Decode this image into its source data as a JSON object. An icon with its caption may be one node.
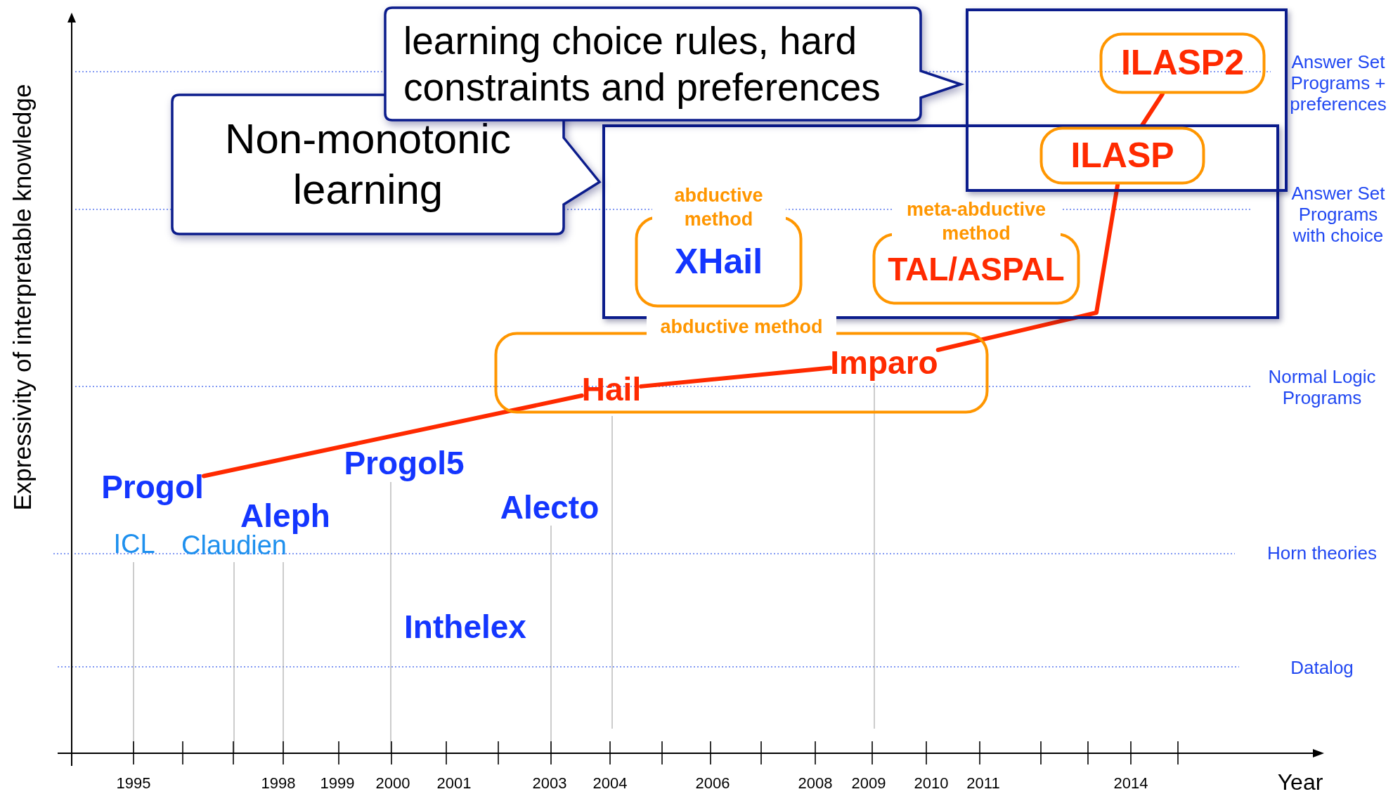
{
  "diagram": {
    "nodes": [
      {
        "text": [],
        "shape": "box"
      },
      {
        "text": [],
        "shape": "box"
      },
      {
        "text": [
          "Non-monotonic learning"
        ]
      },
      {
        "text": [
          "learning choice rules, hard constraints and preferences"
        ]
      },
      {
        "text": [
          "ILASP2"
        ],
        "in": 1
      },
      {
        "text": [
          "ILASP"
        ]
      },
      {
        "text": [
          "abductive method",
          "XHail"
        ],
        "in": 0
      },
      {
        "text": [
          "meta-abductive method",
          "TAL/ASPAL"
        ],
        "in": 0
      },
      {
        "text": [
          "abductive method"
        ]
      },
      {
        "text": [
          "Hail"
        ],
        "in": 8
      },
      {
        "text": [
          "Imparo"
        ],
        "in": 8
      },
      {
        "text": [
          "Progol"
        ]
      },
      {
        "text": [
          "Progol5"
        ]
      },
      {
        "text": [
          "Aleph"
        ]
      },
      {
        "text": [
          "ICL"
        ]
      },
      {
        "text": [
          "Claudien"
        ]
      },
      {
        "text": [
          "Alecto"
        ]
      },
      {
        "text": [
          "Inthelex"
        ]
      }
    ],
    "edges": [
      {
        "from": 11,
        "to": 9,
        "arrow": "none"
      },
      {
        "from": 9,
        "to": 10,
        "arrow": "none"
      },
      {
        "from": 10,
        "to": 5,
        "arrow": "none"
      },
      {
        "from": 5,
        "to": 4,
        "arrow": "none"
      }
    ],
    "labels": [
      "Expressivity of interpretable knowledge",
      "Answer Set Programs + preferences",
      "Answer Set Programs with choice",
      "Normal Logic Programs",
      "Horn theories",
      "Datalog",
      "1995",
      "1998",
      "1999",
      "2000",
      "2001",
      "2003",
      "2004",
      "2006",
      "2008",
      "2009",
      "2010",
      "2011",
      "2014",
      "Year"
    ]
  }
}
